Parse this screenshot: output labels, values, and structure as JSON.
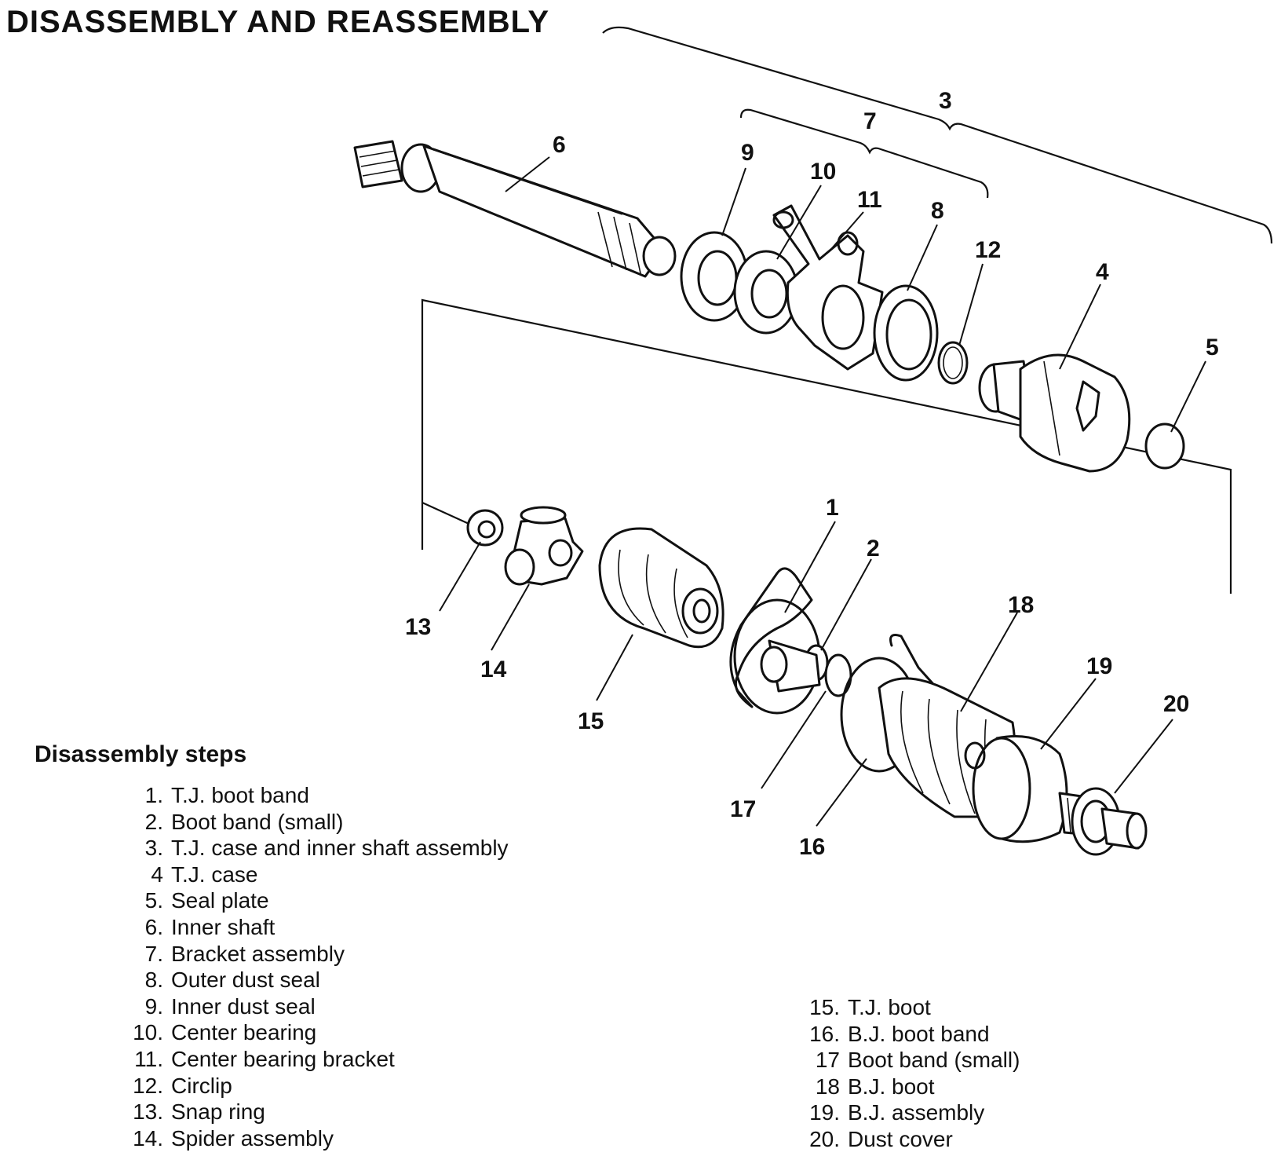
{
  "title": "DISASSEMBLY AND REASSEMBLY",
  "callouts": [
    "1",
    "2",
    "3",
    "4",
    "5",
    "6",
    "7",
    "8",
    "9",
    "10",
    "11",
    "12",
    "13",
    "14",
    "15",
    "16",
    "17",
    "18",
    "19",
    "20"
  ],
  "steps_heading": "Disassembly steps",
  "steps_left": [
    {
      "num": "1.",
      "label": "T.J. boot band"
    },
    {
      "num": "2.",
      "label": "Boot band (small)"
    },
    {
      "num": "3.",
      "label": "T.J. case and inner shaft assembly"
    },
    {
      "num": "4",
      "label": "T.J. case"
    },
    {
      "num": "5.",
      "label": "Seal plate"
    },
    {
      "num": "6.",
      "label": "Inner shaft"
    },
    {
      "num": "7.",
      "label": "Bracket assembly"
    },
    {
      "num": "8.",
      "label": "Outer dust seal"
    },
    {
      "num": "9.",
      "label": "Inner dust seal"
    },
    {
      "num": "10.",
      "label": "Center bearing"
    },
    {
      "num": "11.",
      "label": "Center bearing bracket"
    },
    {
      "num": "12.",
      "label": "Circlip"
    },
    {
      "num": "13.",
      "label": "Snap ring"
    },
    {
      "num": "14.",
      "label": "Spider assembly"
    }
  ],
  "steps_right": [
    {
      "num": "15.",
      "label": "T.J. boot"
    },
    {
      "num": "16.",
      "label": "B.J. boot band"
    },
    {
      "num": "17",
      "label": "Boot band (small)"
    },
    {
      "num": "18",
      "label": "B.J. boot"
    },
    {
      "num": "19.",
      "label": "B.J. assembly"
    },
    {
      "num": "20.",
      "label": "Dust cover"
    }
  ]
}
